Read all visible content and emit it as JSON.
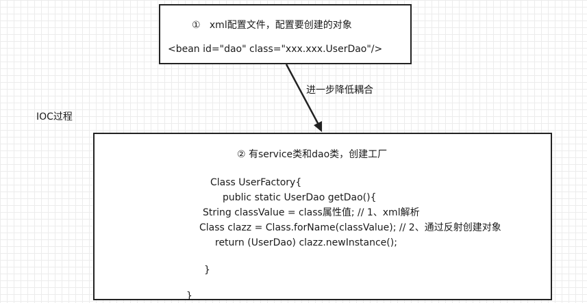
{
  "side_label": "IOC过程",
  "step1": {
    "title": "①   xml配置文件，配置要创建的对象",
    "code": "<bean id=\"dao\" class=\"xxx.xxx.UserDao\"/>"
  },
  "arrow_label": "进一步降低耦合",
  "step2": {
    "title": "② 有service类和dao类，创建工厂",
    "lines": [
      "Class UserFactory{",
      "public static UserDao getDao(){",
      "String classValue = class属性值; // 1、xml解析",
      "Class clazz = Class.forName(classValue); // 2、通过反射创建对象",
      "return (UserDao) clazz.newInstance();",
      "}",
      "}"
    ]
  }
}
